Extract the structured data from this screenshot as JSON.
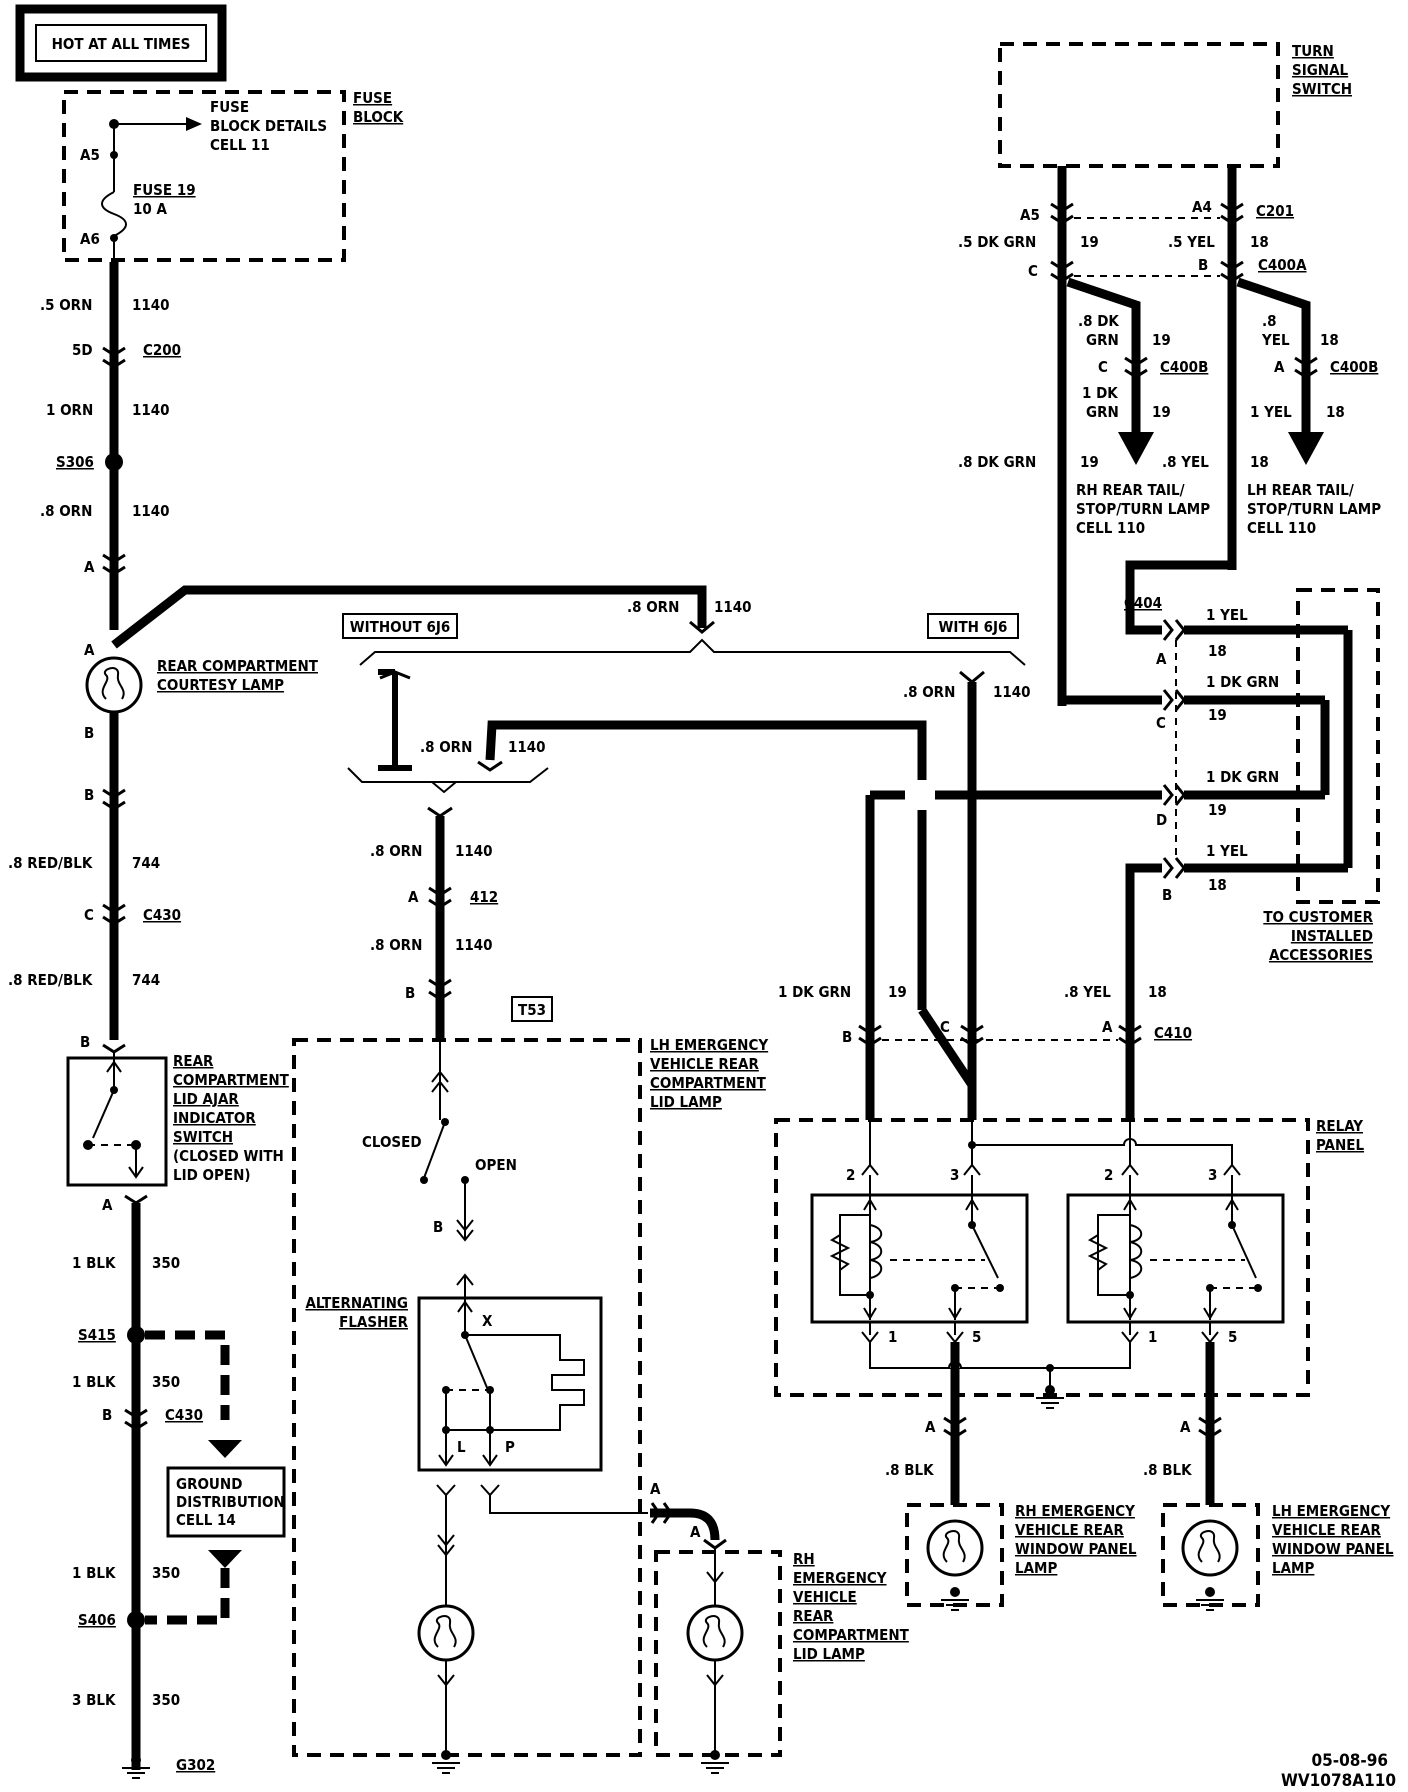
{
  "header": {
    "hot_label": "HOT AT ALL TIMES"
  },
  "fuse_block": {
    "title_1": "FUSE",
    "title_2": "BLOCK",
    "details_1": "FUSE",
    "details_2": "BLOCK DETAILS",
    "details_3": "CELL 11",
    "pin_top": "A5",
    "pin_bottom": "A6",
    "fuse_name": "FUSE 19",
    "fuse_rating": "10 A"
  },
  "left_column": {
    "w1_gauge": ".5 ORN",
    "w1_circuit": "1140",
    "c200_pin": "5D",
    "c200": "C200",
    "w2_gauge": "1 ORN",
    "w2_circuit": "1140",
    "s306": "S306",
    "w3_gauge": ".8 ORN",
    "w3_circuit": "1140",
    "pin_a": "A",
    "lamp_pin_a": "A",
    "courtesy_1": "REAR COMPARTMENT",
    "courtesy_2": "COURTESY LAMP",
    "lamp_pin_b": "B",
    "conn_b": "B",
    "w4_gauge": ".8 RED/BLK",
    "w4_circuit": "744",
    "c430_pin": "C",
    "c430": "C430",
    "w5_gauge": ".8 RED/BLK",
    "w5_circuit": "744",
    "sw_pin_b": "B",
    "sw_1": "REAR",
    "sw_2": "COMPARTMENT",
    "sw_3": "LID AJAR",
    "sw_4": "INDICATOR",
    "sw_5": "SWITCH",
    "sw_6": "(CLOSED WITH",
    "sw_7": "LID OPEN)",
    "sw_pin_a": "A",
    "w6_gauge": "1 BLK",
    "w6_circuit": "350",
    "s415": "S415",
    "w7_gauge": "1 BLK",
    "w7_circuit": "350",
    "c430b_pin": "B",
    "c430b": "C430",
    "gd_1": "GROUND",
    "gd_2": "DISTRIBUTION",
    "gd_3": "CELL 14",
    "w8_gauge": "1 BLK",
    "w8_circuit": "350",
    "s406": "S406",
    "w9_gauge": "3 BLK",
    "w9_circuit": "350",
    "g302": "G302"
  },
  "middle": {
    "top_gauge": ".8 ORN",
    "top_circuit": "1140",
    "without_label": "WITHOUT 6J6",
    "with_label": "WITH 6J6",
    "wo_gauge": ".8 ORN",
    "wo_circuit": "1140",
    "w_gauge": ".8 ORN",
    "w_circuit": "1140",
    "m1_gauge": ".8 ORN",
    "m1_circuit": "1140",
    "c412_pin": "A",
    "c412": "412",
    "m2_gauge": ".8 ORN",
    "m2_circuit": "1140",
    "pin_b": "B",
    "t53": "T53",
    "lh_lamp_1": "LH EMERGENCY",
    "lh_lamp_2": "VEHICLE REAR",
    "lh_lamp_3": "COMPARTMENT",
    "lh_lamp_4": "LID LAMP",
    "closed": "CLOSED",
    "open": "OPEN",
    "sw_pin_b": "B",
    "flasher_1": "ALTERNATING",
    "flasher_2": "FLASHER",
    "fl_x": "X",
    "fl_l": "L",
    "fl_p": "P",
    "rh_pin_a1": "A",
    "rh_pin_a2": "A",
    "rh_lamp_1": "RH",
    "rh_lamp_2": "EMERGENCY",
    "rh_lamp_3": "VEHICLE",
    "rh_lamp_4": "REAR",
    "rh_lamp_5": "COMPARTMENT",
    "rh_lamp_6": "LID LAMP"
  },
  "right": {
    "tss_1": "TURN",
    "tss_2": "SIGNAL",
    "tss_3": "SWITCH",
    "a5": "A5",
    "a4": "A4",
    "c201": "C201",
    "g_left": ".5 DK GRN",
    "c_left": "19",
    "g_right": ".5 YEL",
    "c_right": "18",
    "pin_c": "C",
    "pin_b": "B",
    "c400a": "C400A",
    "rh_g1a": ".8 DK",
    "rh_g1b": "GRN",
    "rh_c1": "19",
    "rh_pin_c": "C",
    "c400b_1": "C400B",
    "rh_g2a": "1 DK",
    "rh_g2b": "GRN",
    "rh_c2": "19",
    "lh_g1a": ".8",
    "lh_g1b": "YEL",
    "lh_c1": "18",
    "lh_pin_a": "A",
    "c400b_2": "C400B",
    "lh_g2": "1 YEL",
    "lh_c2": "18",
    "mid_g1": ".8 DK GRN",
    "mid_c1": "19",
    "mid_g2": ".8 YEL",
    "mid_c2": "18",
    "rh_tail_1": "RH REAR TAIL/",
    "rh_tail_2": "STOP/TURN LAMP",
    "rh_tail_3": "CELL 110",
    "lh_tail_1": "LH REAR TAIL/",
    "lh_tail_2": "STOP/TURN LAMP",
    "lh_tail_3": "CELL 110",
    "c404": "C404",
    "c404_1_g": "1 YEL",
    "c404_1_c": "18",
    "c404_1_p": "A",
    "c404_2_g": "1 DK GRN",
    "c404_2_c": "19",
    "c404_2_p": "C",
    "c404_3_g": "1 DK GRN",
    "c404_3_c": "19",
    "c404_3_p": "D",
    "c404_4_g": "1 YEL",
    "c404_4_c": "18",
    "c404_4_p": "B",
    "acc_1": "TO CUSTOMER",
    "acc_2": "INSTALLED",
    "acc_3": "ACCESSORIES",
    "c410_g1": "1 DK GRN",
    "c410_c1": "19",
    "c410_g2": ".8 YEL",
    "c410_c2": "18",
    "c410_pb": "B",
    "c410_pc": "C",
    "c410_pa": "A",
    "c410": "C410",
    "relay_1": "RELAY",
    "relay_2": "PANEL",
    "r1_p2": "2",
    "r1_p3": "3",
    "r2_p2": "2",
    "r2_p3": "3",
    "r1_p1": "1",
    "r1_p5": "5",
    "r2_p1": "1",
    "r2_p5": "5",
    "rhw_pin": "A",
    "rhw_g": ".8 BLK",
    "lhw_pin": "A",
    "lhw_g": ".8 BLK",
    "rhw_1": "RH EMERGENCY",
    "rhw_2": "VEHICLE REAR",
    "rhw_3": "WINDOW PANEL",
    "rhw_4": "LAMP",
    "lhw_1": "LH EMERGENCY",
    "lhw_2": "VEHICLE REAR",
    "lhw_3": "WINDOW PANEL",
    "lhw_4": "LAMP"
  },
  "footer": {
    "date": "05-08-96",
    "code": "WV1078A110"
  }
}
